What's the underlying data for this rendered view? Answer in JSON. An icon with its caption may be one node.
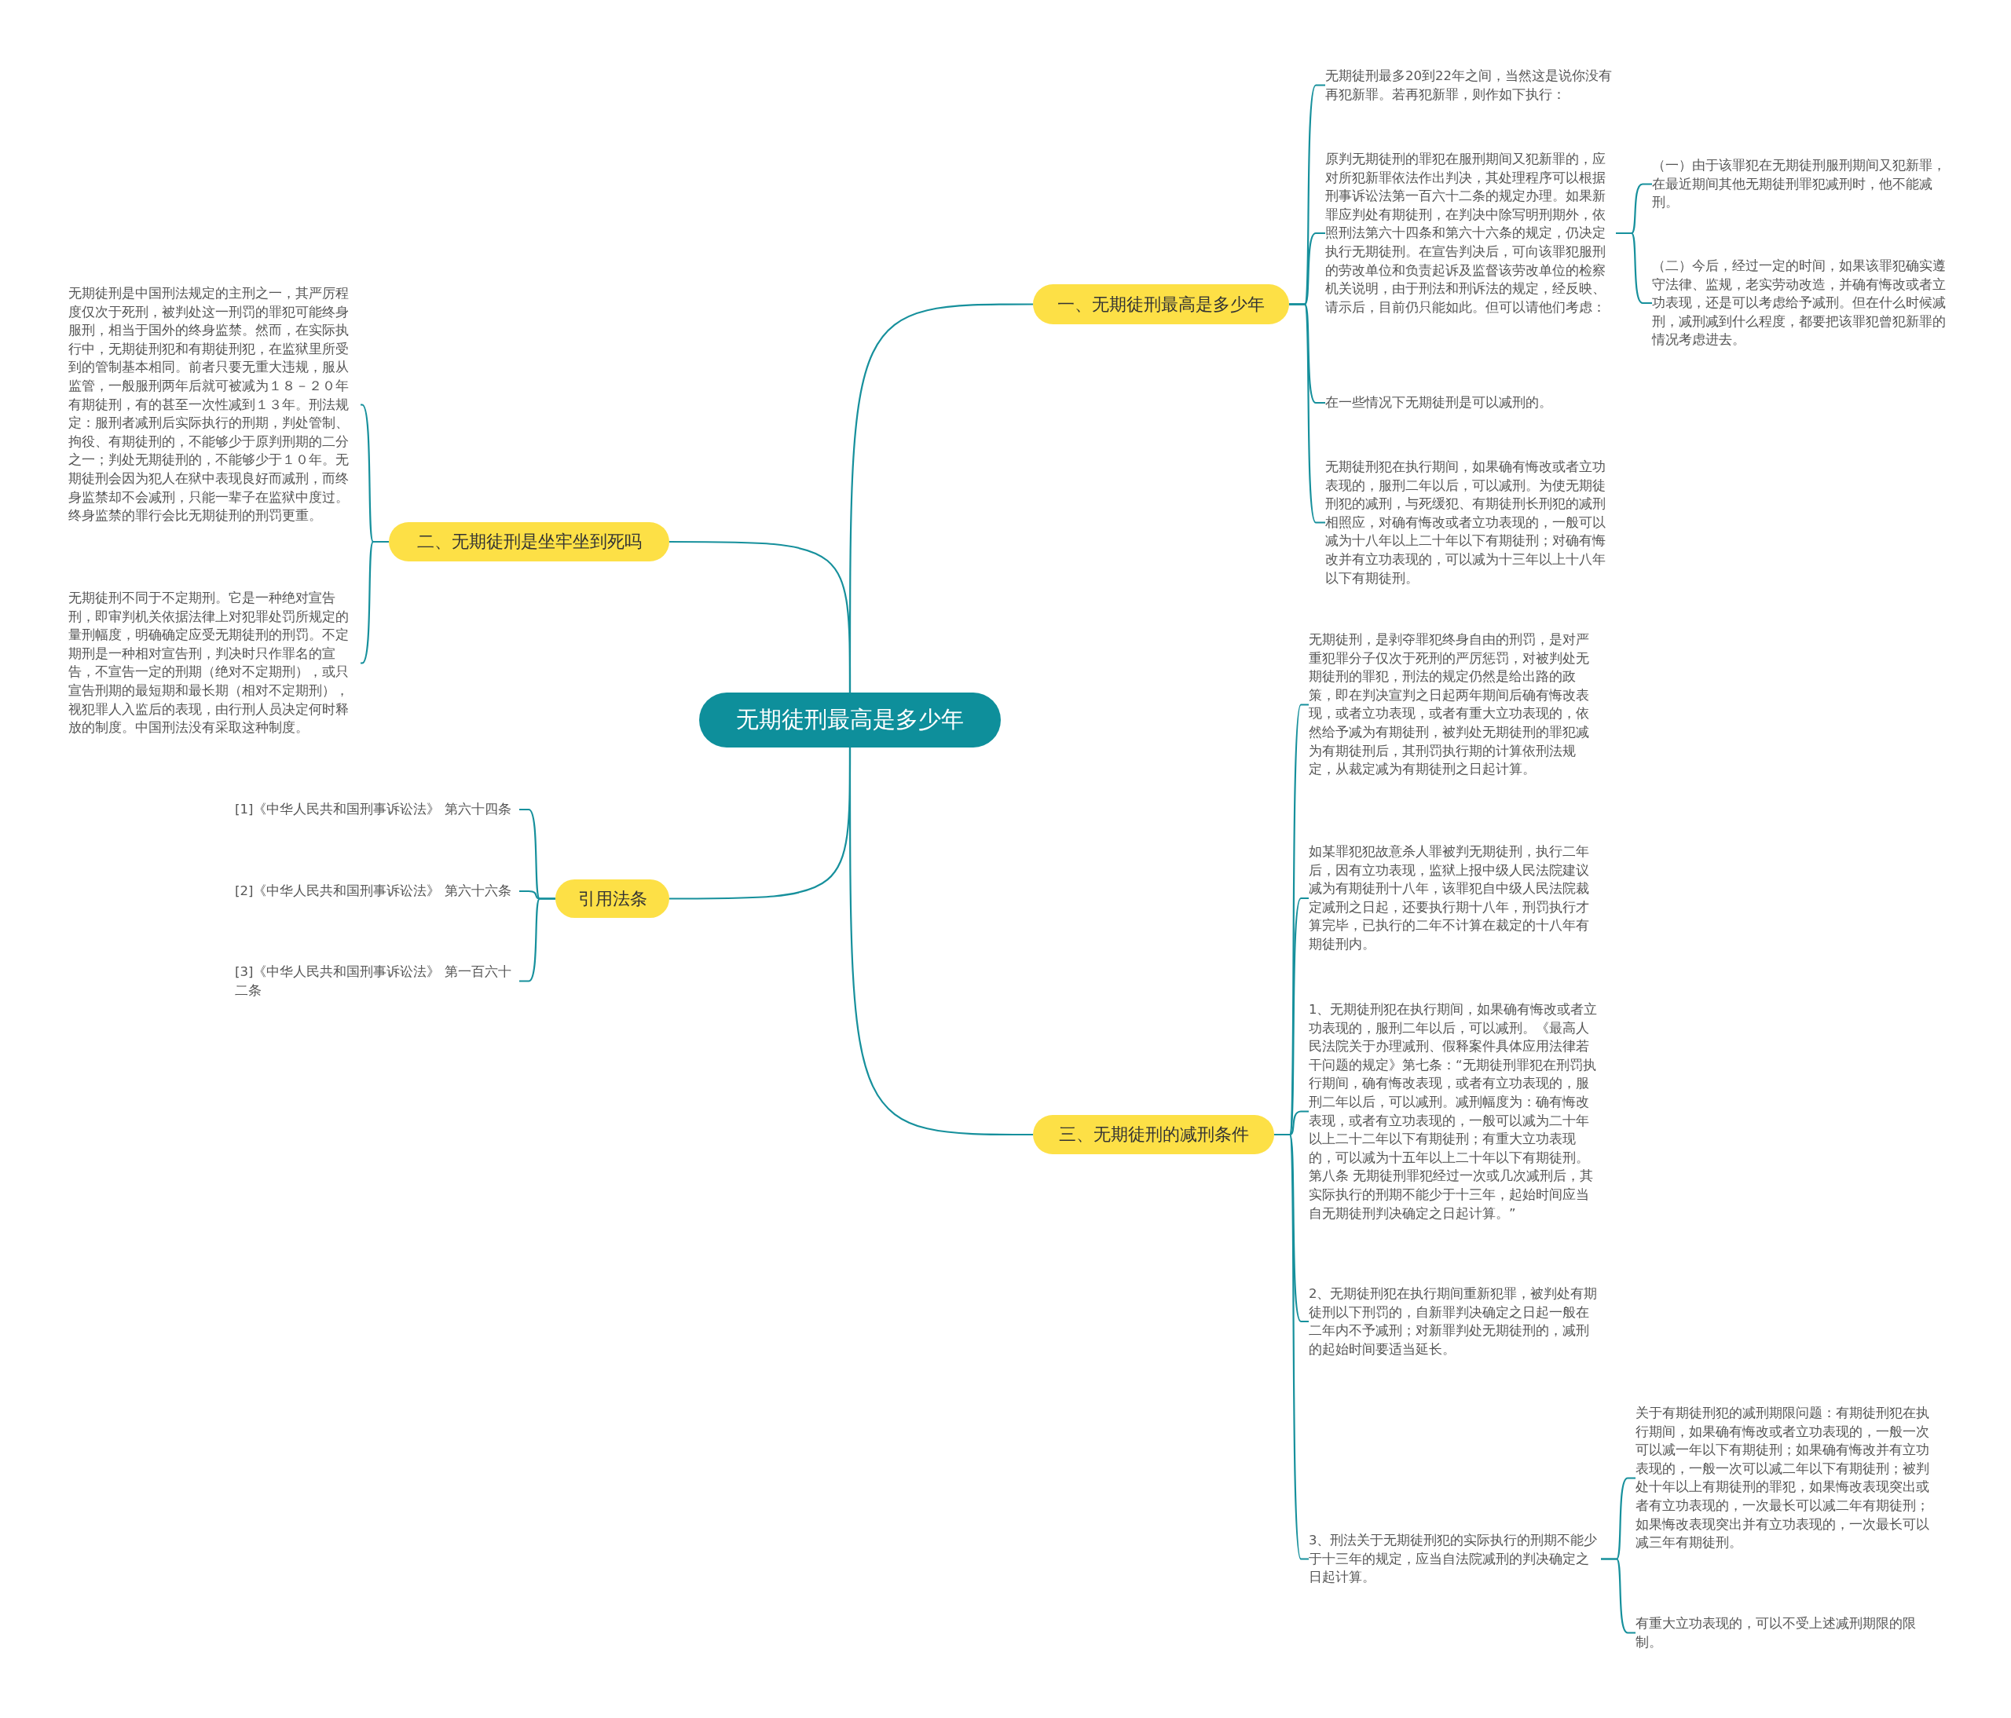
{
  "diagram": {
    "nodes": [
      {
        "text": [
          "无期徒刑最高是多少年"
        ]
      },
      {
        "text": [
          "一、无期徒刑最高是多少年"
        ]
      },
      {
        "text": [
          "无期徒刑最多20到22年之间，当然这是说你没有再犯新罪。若再犯新罪，则作如下执行："
        ]
      },
      {
        "text": [
          "原判无期徒刑的罪犯在服刑期间又犯新罪的，应对所犯新罪依法作出判决，其处理程序可以根据刑事诉讼法第一百六十二条的规定办理。如果新罪应判处有期徒刑，在判决中除写明刑期外，依照刑法第六十四条和第六十六条的规定，仍决定执行无期徒刑。在宣告判决后，可向该罪犯服刑的劳改单位和负责起诉及监督该劳改单位的检察机关说明，由于刑法和刑诉法的规定，经反映、请示后，目前仍只能如此。但可以请他们考虑："
        ]
      },
      {
        "text": [
          "（一）由于该罪犯在无期徒刑服刑期间又犯新罪，在最近期间其他无期徒刑罪犯减刑时，他不能减刑。"
        ]
      },
      {
        "text": [
          "（二）今后，经过一定的时间，如果该罪犯确实遵守法律、监规，老实劳动改造，并确有悔改或者立功表现，还是可以考虑给予减刑。但在什么时候减刑，减刑减到什么程度，都要把该罪犯曾犯新罪的情况考虑进去。"
        ]
      },
      {
        "text": [
          "在一些情况下无期徒刑是可以减刑的。"
        ]
      },
      {
        "text": [
          "无期徒刑犯在执行期间，如果确有悔改或者立功表现的，服刑二年以后，可以减刑。为使无期徒刑犯的减刑，与死缓犯、有期徒刑长刑犯的减刑相照应，对确有悔改或者立功表现的，一般可以减为十八年以上二十年以下有期徒刑；对确有悔改并有立功表现的，可以减为十三年以上十八年以下有期徒刑。"
        ]
      },
      {
        "text": [
          "二、无期徒刑是坐牢坐到死吗"
        ]
      },
      {
        "text": [
          "无期徒刑是中国刑法规定的主刑之一，其严厉程度仅次于死刑，被判处这一刑罚的罪犯可能终身服刑，相当于国外的终身监禁。然而，在实际执行中，无期徒刑犯和有期徒刑犯，在监狱里所受到的管制基本相同。前者只要无重大违规，服从监管，一般服刑两年后就可被减为１８－２０年有期徒刑，有的甚至一次性减到１３年。刑法规定：服刑者减刑后实际执行的刑期，判处管制、拘役、有期徒刑的，不能够少于原判刑期的二分之一；判处无期徒刑的，不能够少于１０年。无期徒刑会因为犯人在狱中表现良好而减刑，而终身监禁却不会减刑，只能一辈子在监狱中度过。终身监禁的罪行会比无期徒刑的刑罚更重。"
        ]
      },
      {
        "text": [
          "无期徒刑不同于不定期刑。它是一种绝对宣告刑，即审判机关依据法律上对犯罪处罚所规定的量刑幅度，明确确定应受无期徒刑的刑罚。不定期刑是一种相对宣告刑，判决时只作罪名的宣告，不宣告一定的刑期（绝对不定期刑），或只宣告刑期的最短期和最长期（相对不定期刑），视犯罪人入监后的表现，由行刑人员决定何时释放的制度。中国刑法没有采取这种制度。"
        ]
      },
      {
        "text": [
          "引用法条"
        ]
      },
      {
        "text": [
          "[1]《中华人民共和国刑事诉讼法》 第六十四条"
        ]
      },
      {
        "text": [
          "[2]《中华人民共和国刑事诉讼法》 第六十六条"
        ]
      },
      {
        "text": [
          "[3]《中华人民共和国刑事诉讼法》 第一百六十二条"
        ]
      },
      {
        "text": [
          "三、无期徒刑的减刑条件"
        ]
      },
      {
        "text": [
          "无期徒刑，是剥夺罪犯终身自由的刑罚，是对严重犯罪分子仅次于死刑的严厉惩罚，对被判处无期徒刑的罪犯，刑法的规定仍然是给出路的政策，即在判决宣判之日起两年期间后确有悔改表现，或者立功表现，或者有重大立功表现的，依然给予减为有期徒刑，被判处无期徒刑的罪犯减为有期徒刑后，其刑罚执行期的计算依刑法规定，从裁定减为有期徒刑之日起计算。"
        ]
      },
      {
        "text": [
          "如某罪犯犯故意杀人罪被判无期徒刑，执行二年后，因有立功表现，监狱上报中级人民法院建议减为有期徒刑十八年，该罪犯自中级人民法院裁定减刑之日起，还要执行期十八年，刑罚执行才算完毕，已执行的二年不计算在裁定的十八年有期徒刑内。"
        ]
      },
      {
        "text": [
          "1、无期徒刑犯在执行期间，如果确有悔改或者立功表现的，服刑二年以后，可以减刑。《最高人民法院关于办理减刑、假释案件具体应用法律若干问题的规定》第七条：“无期徒刑罪犯在刑罚执行期间，确有悔改表现，或者有立功表现的，服刑二年以后，可以减刑。减刑幅度为：确有悔改表现，或者有立功表现的，一般可以减为二十年以上二十二年以下有期徒刑；有重大立功表现的，可以减为十五年以上二十年以下有期徒刑。第八条 无期徒刑罪犯经过一次或几次减刑后，其实际执行的刑期不能少于十三年，起始时间应当自无期徒刑判决确定之日起计算。”"
        ]
      },
      {
        "text": [
          "2、无期徒刑犯在执行期间重新犯罪，被判处有期徒刑以下刑罚的，自新罪判决确定之日起一般在二年内不予减刑；对新罪判处无期徒刑的，减刑的起始时间要适当延长。"
        ]
      },
      {
        "text": [
          "3、刑法关于无期徒刑犯的实际执行的刑期不能少于十三年的规定，应当自法院减刑的判决确定之日起计算。"
        ]
      },
      {
        "text": [
          "关于有期徒刑犯的减刑期限问题：有期徒刑犯在执行期间，如果确有悔改或者立功表现的，一般一次可以减一年以下有期徒刑；如果确有悔改并有立功表现的，一般一次可以减二年以下有期徒刑；被判处十年以上有期徒刑的罪犯，如果悔改表现突出或者有立功表现的，一次最长可以减二年有期徒刑；如果悔改表现突出并有立功表现的，一次最长可以减三年有期徒刑。"
        ]
      },
      {
        "text": [
          "有重大立功表现的，可以不受上述减刑期限的限制。"
        ]
      }
    ],
    "edges": [
      {
        "from": 0,
        "to": 1,
        "arrow": "none"
      },
      {
        "from": 1,
        "to": 2,
        "arrow": "none"
      },
      {
        "from": 1,
        "to": 3,
        "arrow": "none"
      },
      {
        "from": 3,
        "to": 4,
        "arrow": "none"
      },
      {
        "from": 3,
        "to": 5,
        "arrow": "none"
      },
      {
        "from": 1,
        "to": 6,
        "arrow": "none"
      },
      {
        "from": 1,
        "to": 7,
        "arrow": "none"
      },
      {
        "from": 0,
        "to": 8,
        "arrow": "none"
      },
      {
        "from": 8,
        "to": 9,
        "arrow": "none"
      },
      {
        "from": 8,
        "to": 10,
        "arrow": "none"
      },
      {
        "from": 0,
        "to": 11,
        "arrow": "none"
      },
      {
        "from": 11,
        "to": 12,
        "arrow": "none"
      },
      {
        "from": 11,
        "to": 13,
        "arrow": "none"
      },
      {
        "from": 11,
        "to": 14,
        "arrow": "none"
      },
      {
        "from": 0,
        "to": 15,
        "arrow": "none"
      },
      {
        "from": 15,
        "to": 16,
        "arrow": "none"
      },
      {
        "from": 15,
        "to": 17,
        "arrow": "none"
      },
      {
        "from": 15,
        "to": 18,
        "arrow": "none"
      },
      {
        "from": 15,
        "to": 19,
        "arrow": "none"
      },
      {
        "from": 15,
        "to": 20,
        "arrow": "none"
      },
      {
        "from": 20,
        "to": 21,
        "arrow": "none"
      },
      {
        "from": 20,
        "to": 22,
        "arrow": "none"
      }
    ]
  }
}
